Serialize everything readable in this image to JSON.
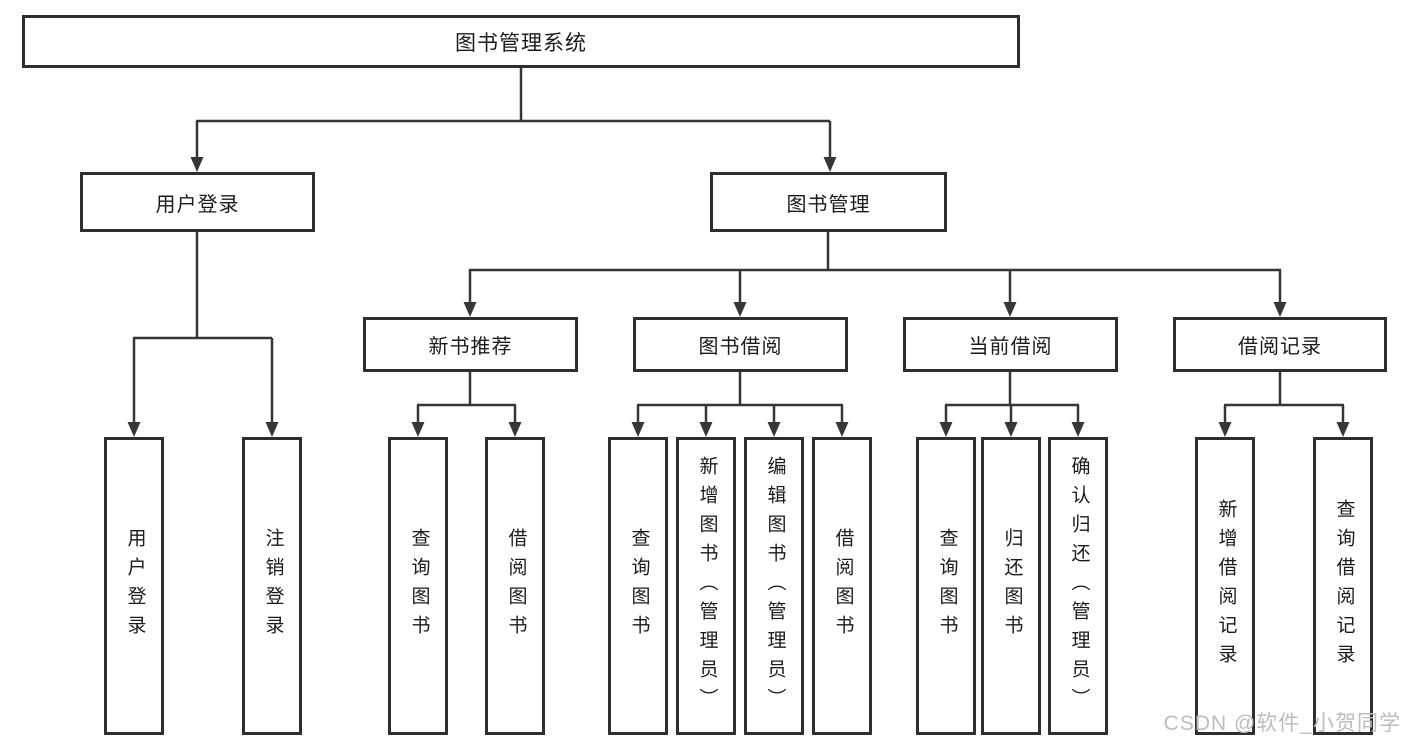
{
  "root": {
    "label": "图书管理系统"
  },
  "level2": {
    "user_login": "用户登录",
    "book_mgmt": "图书管理"
  },
  "level3": {
    "new_book_rec": "新书推荐",
    "book_borrow": "图书借阅",
    "current_borrow": "当前借阅",
    "borrow_record": "借阅记录"
  },
  "leaves": {
    "user_login": [
      "用户登录",
      "注销登录"
    ],
    "new_book_rec": [
      "查询图书",
      "借阅图书"
    ],
    "book_borrow": [
      "查询图书",
      "新增图书（管理员）",
      "编辑图书（管理员）",
      "借阅图书"
    ],
    "current_borrow": [
      "查询图书",
      "归还图书",
      "确认归还（管理员）"
    ],
    "borrow_record": [
      "新增借阅记录",
      "查询借阅记录"
    ]
  },
  "watermark": "CSDN @软件_小贺同学",
  "colors": {
    "background": "#ffffff",
    "line": "#363636",
    "box_border": "#2e2e2e",
    "text": "#1b1b1b",
    "watermark": "#bdbdbd"
  }
}
